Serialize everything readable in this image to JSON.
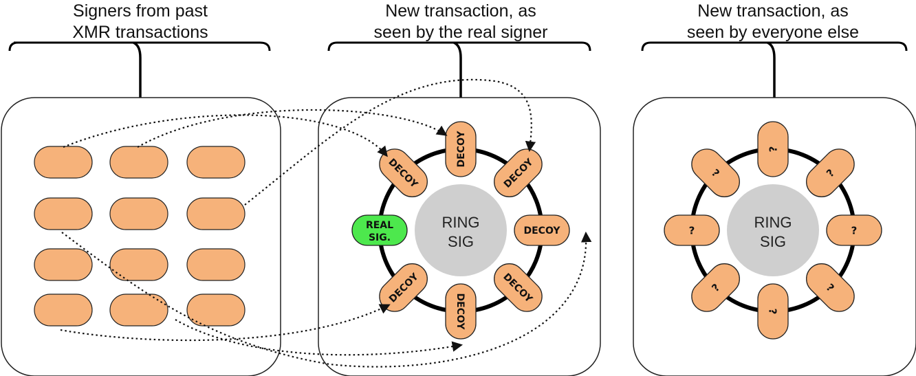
{
  "titles": {
    "past": [
      "Signers from past",
      "XMR transactions"
    ],
    "signer_view": [
      "New transaction, as",
      "seen by the real signer"
    ],
    "public_view": [
      "New transaction, as",
      "seen by everyone else"
    ]
  },
  "ring_center": [
    "RING",
    "SIG"
  ],
  "labels": {
    "decoy": "DECOY",
    "real": [
      "REAL",
      "SIG."
    ],
    "unknown": "?"
  },
  "colors": {
    "pill": "#f6b27a",
    "real": "#4de84d",
    "center": "#cfcfcf",
    "ring": "#000000"
  }
}
